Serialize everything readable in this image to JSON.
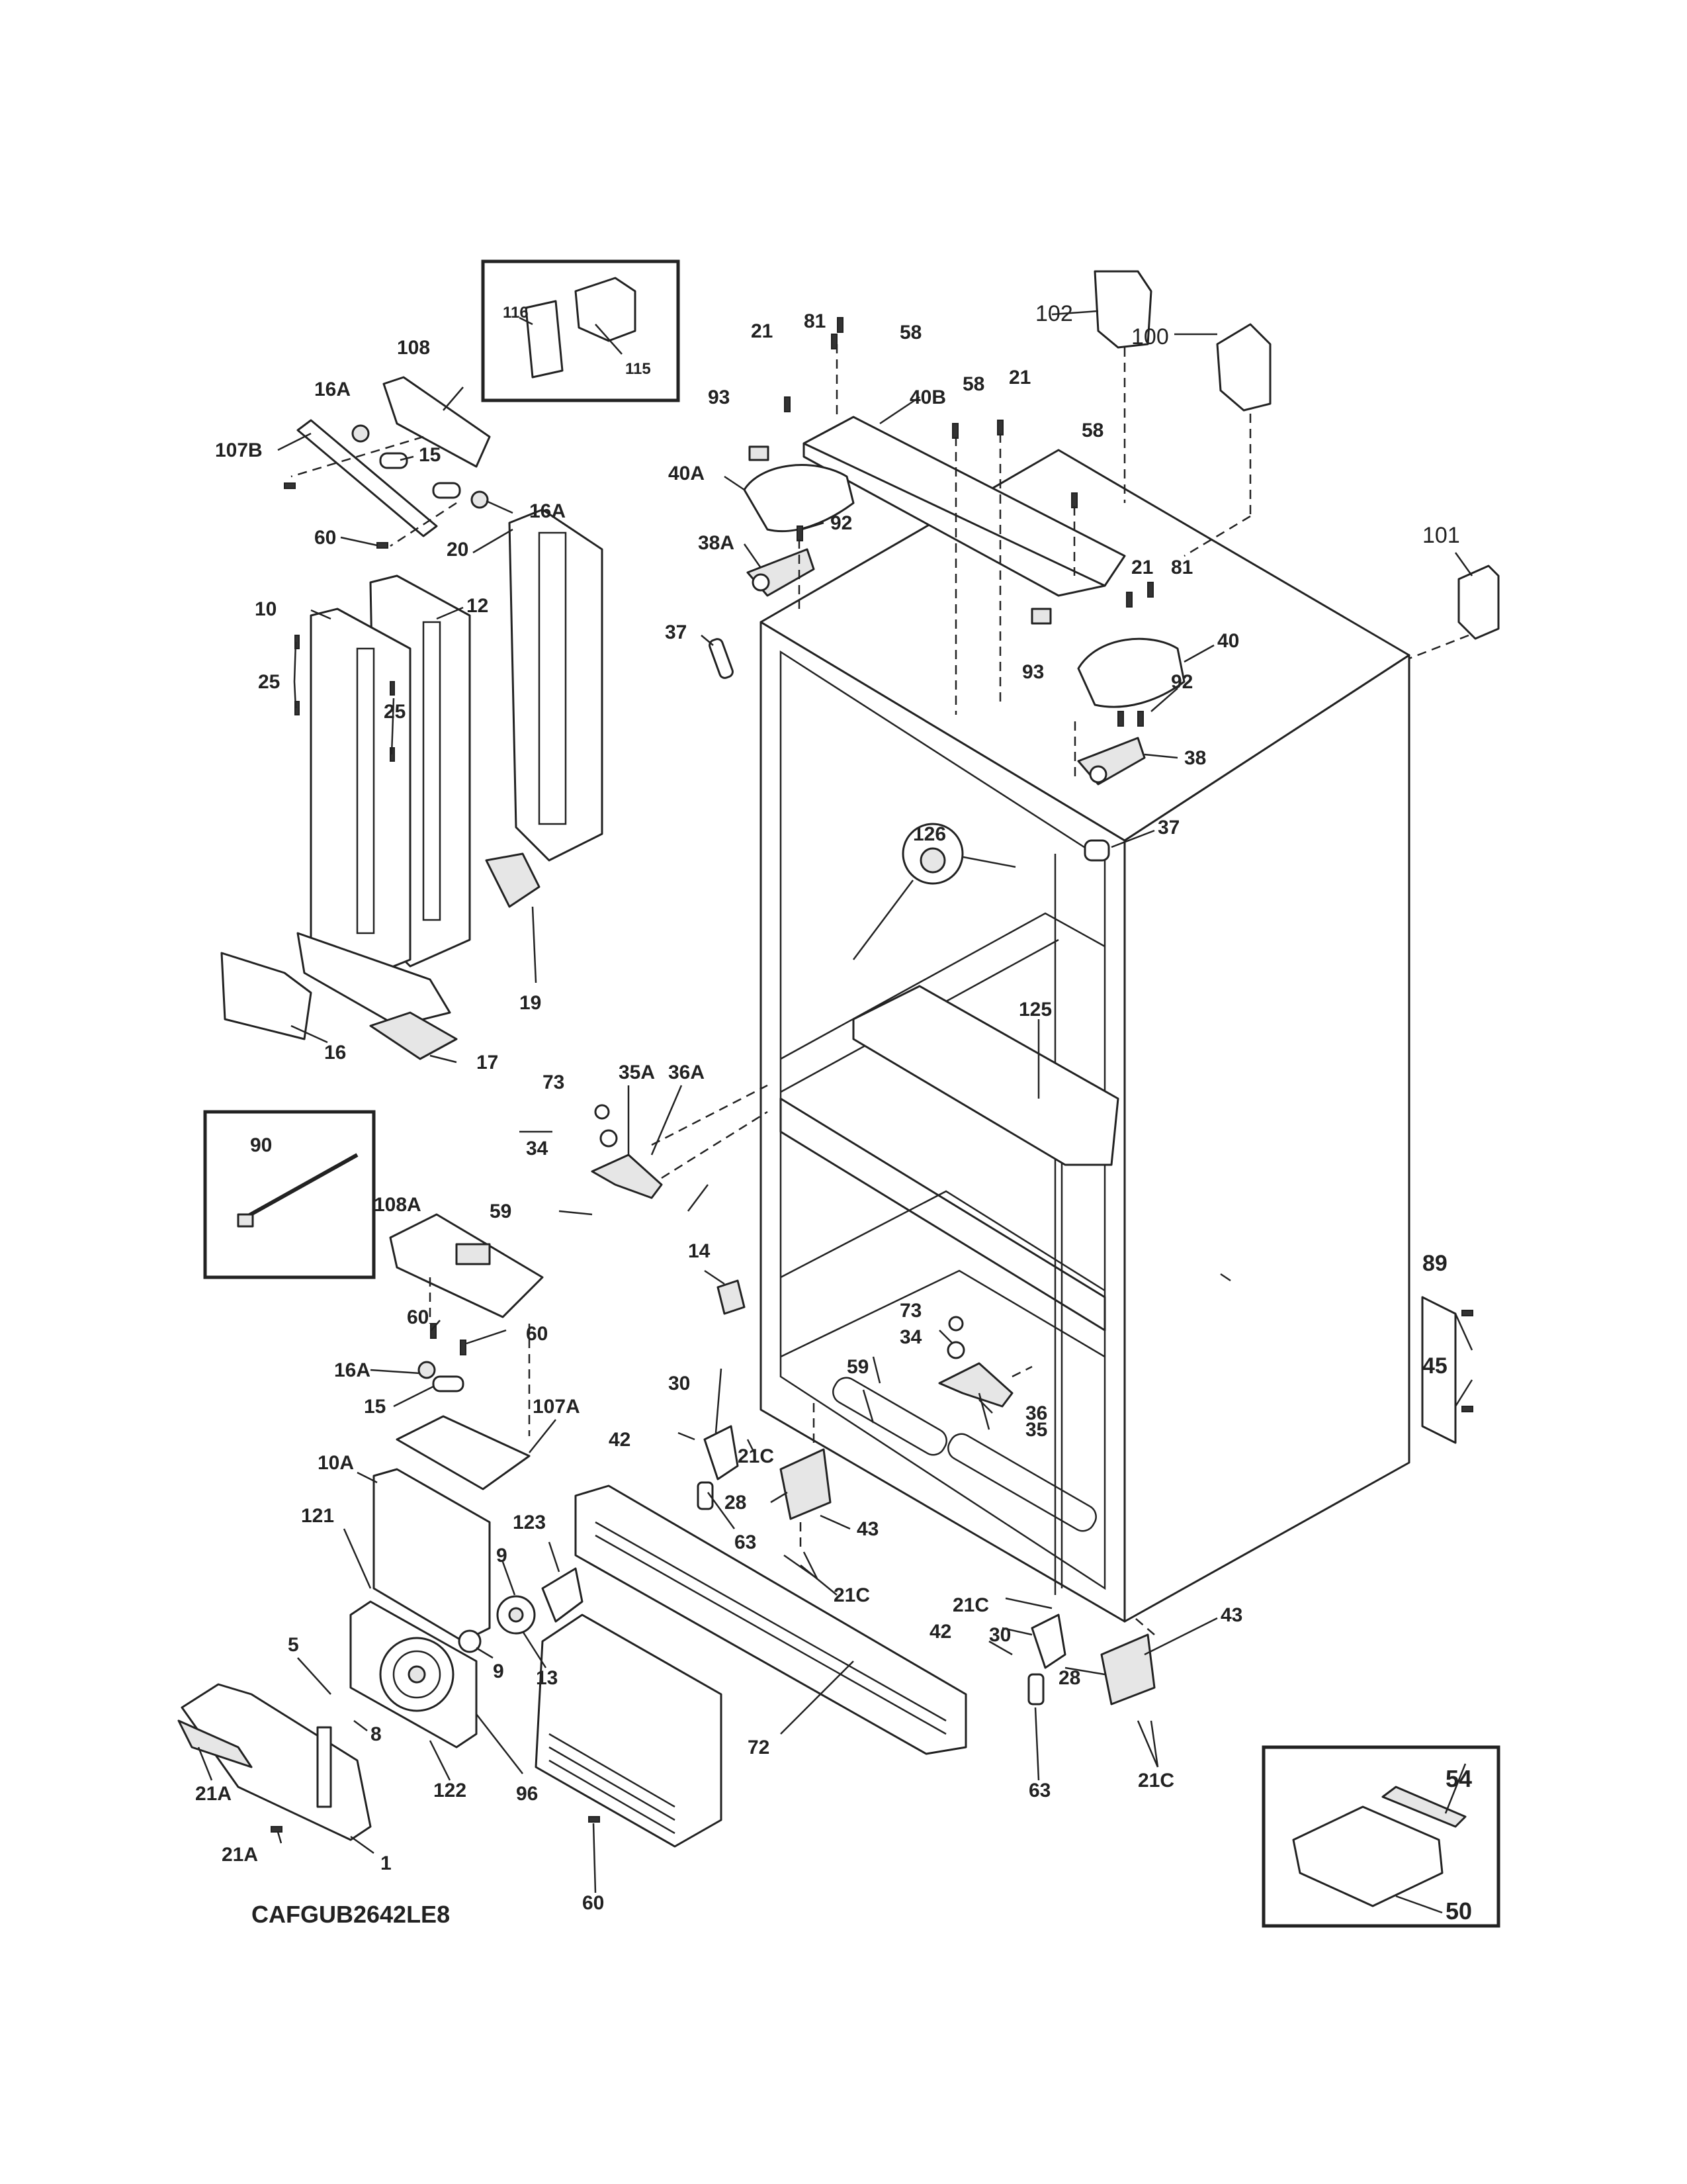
{
  "colors": {
    "ink": "#222222",
    "paper": "#ffffff",
    "shade": "#e6e6e6"
  },
  "model": "CAFGUB2642LE8",
  "insets": {
    "top": [
      "116",
      "115"
    ],
    "left": [
      "90"
    ],
    "bottom_right": [
      "54",
      "50"
    ]
  },
  "callouts": [
    "1",
    "5",
    "8",
    "9",
    "9",
    "10",
    "10A",
    "12",
    "13",
    "14",
    "15",
    "15",
    "16",
    "16A",
    "16A",
    "16A",
    "17",
    "19",
    "20",
    "21",
    "21",
    "21",
    "21A",
    "21A",
    "21C",
    "21C",
    "21C",
    "21C",
    "25",
    "25",
    "28",
    "28",
    "30",
    "30",
    "34",
    "34",
    "35",
    "35A",
    "36",
    "36A",
    "37",
    "37",
    "38",
    "38A",
    "40",
    "40A",
    "40B",
    "42",
    "42",
    "43",
    "43",
    "45",
    "58",
    "58",
    "58",
    "59",
    "59",
    "60",
    "60",
    "60",
    "60",
    "63",
    "63",
    "72",
    "73",
    "73",
    "81",
    "81",
    "89",
    "92",
    "92",
    "93",
    "93",
    "96",
    "100",
    "101",
    "102",
    "107A",
    "107B",
    "108",
    "108A",
    "121",
    "122",
    "123",
    "125",
    "126"
  ]
}
